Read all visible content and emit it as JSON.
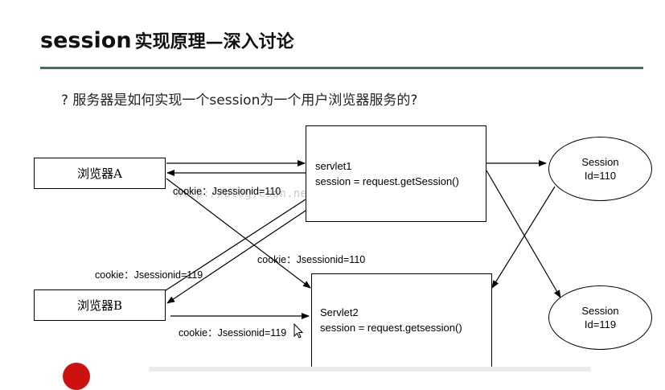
{
  "header": {
    "title_en": "session",
    "title_zh": "实现原理—深入讨论"
  },
  "question": "? 服务器是如何实现一个session为一个用户浏览器服务的?",
  "browser_a": {
    "label": "浏览器A"
  },
  "browser_b": {
    "label": "浏览器B"
  },
  "servlet1": {
    "line1": "servlet1",
    "line2": "session = request.getSession()"
  },
  "servlet2": {
    "line1": "Servlet2",
    "line2": "session = request.getsession()"
  },
  "session_110": {
    "line1": "Session",
    "line2": "Id=110"
  },
  "session_119": {
    "line1": "Session",
    "line2": "Id=119"
  },
  "cookies": {
    "a_to_servlet1": "cookie：Jsessionid=110",
    "a_to_servlet2": "cookie：Jsessionid=110",
    "b_from_servlet1": "cookie：Jsessionid=119",
    "b_to_servlet2": "cookie：Jsessionid=119"
  },
  "watermark": "http://blog.csdn.net/nihaowoshiyudong",
  "colors": {
    "rule": "#3f6f6f",
    "line": "#000000",
    "watermark": "#c9c9c9",
    "accent_red": "#cc1111"
  }
}
